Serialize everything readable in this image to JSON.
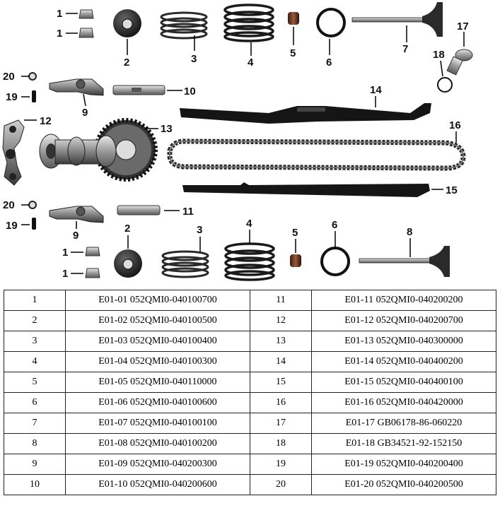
{
  "diagram": {
    "callouts": [
      "1",
      "1",
      "2",
      "3",
      "4",
      "5",
      "6",
      "7",
      "17",
      "18",
      "20",
      "19",
      "9",
      "10",
      "14",
      "12",
      "13",
      "16",
      "15",
      "20",
      "19",
      "9",
      "11",
      "2",
      "3",
      "4",
      "5",
      "6",
      "8",
      "1",
      "1"
    ]
  },
  "parts": [
    {
      "no": "1",
      "code": "E01-01 052QMI0-040100700"
    },
    {
      "no": "2",
      "code": "E01-02 052QMI0-040100500"
    },
    {
      "no": "3",
      "code": "E01-03 052QMI0-040100400"
    },
    {
      "no": "4",
      "code": "E01-04 052QMI0-040100300"
    },
    {
      "no": "5",
      "code": "E01-05 052QMI0-040110000"
    },
    {
      "no": "6",
      "code": "E01-06 052QMI0-040100600"
    },
    {
      "no": "7",
      "code": "E01-07 052QMI0-040100100"
    },
    {
      "no": "8",
      "code": "E01-08 052QMI0-040100200"
    },
    {
      "no": "9",
      "code": "E01-09 052QMI0-040200300"
    },
    {
      "no": "10",
      "code": "E01-10 052QMI0-040200600"
    },
    {
      "no": "11",
      "code": "E01-11 052QMI0-040200200"
    },
    {
      "no": "12",
      "code": "E01-12 052QMI0-040200700"
    },
    {
      "no": "13",
      "code": "E01-13 052QMI0-040300000"
    },
    {
      "no": "14",
      "code": "E01-14 052QMI0-040400200"
    },
    {
      "no": "15",
      "code": "E01-15 052QMI0-040400100"
    },
    {
      "no": "16",
      "code": "E01-16 052QMI0-040420000"
    },
    {
      "no": "17",
      "code": "E01-17 GB06178-86-060220"
    },
    {
      "no": "18",
      "code": "E01-18 GB34521-92-152150"
    },
    {
      "no": "19",
      "code": "E01-19 052QMI0-040200400"
    },
    {
      "no": "20",
      "code": "E01-20 052QMI0-040200500"
    }
  ]
}
